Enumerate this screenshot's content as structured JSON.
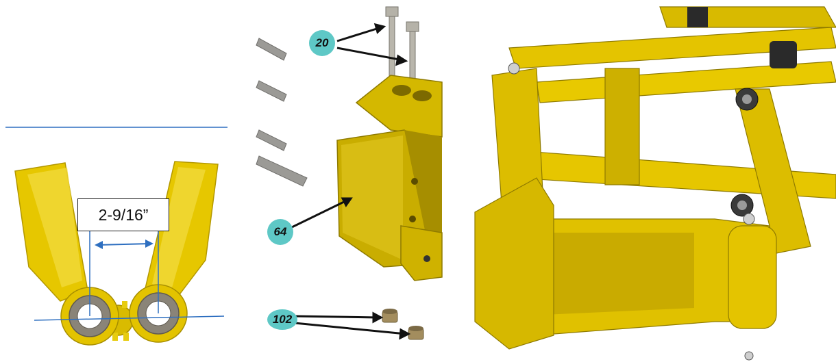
{
  "left_panel": {
    "dimension_label": "2-9/16”"
  },
  "middle_panel": {
    "callouts": [
      {
        "label": "20"
      },
      {
        "label": "64"
      },
      {
        "label": "102"
      }
    ]
  },
  "colors": {
    "frame_yellow": "#e4c400",
    "frame_shadow": "#a98e00",
    "callout_teal": "#5ec8c6",
    "guide_blue": "#2e6fc0"
  }
}
